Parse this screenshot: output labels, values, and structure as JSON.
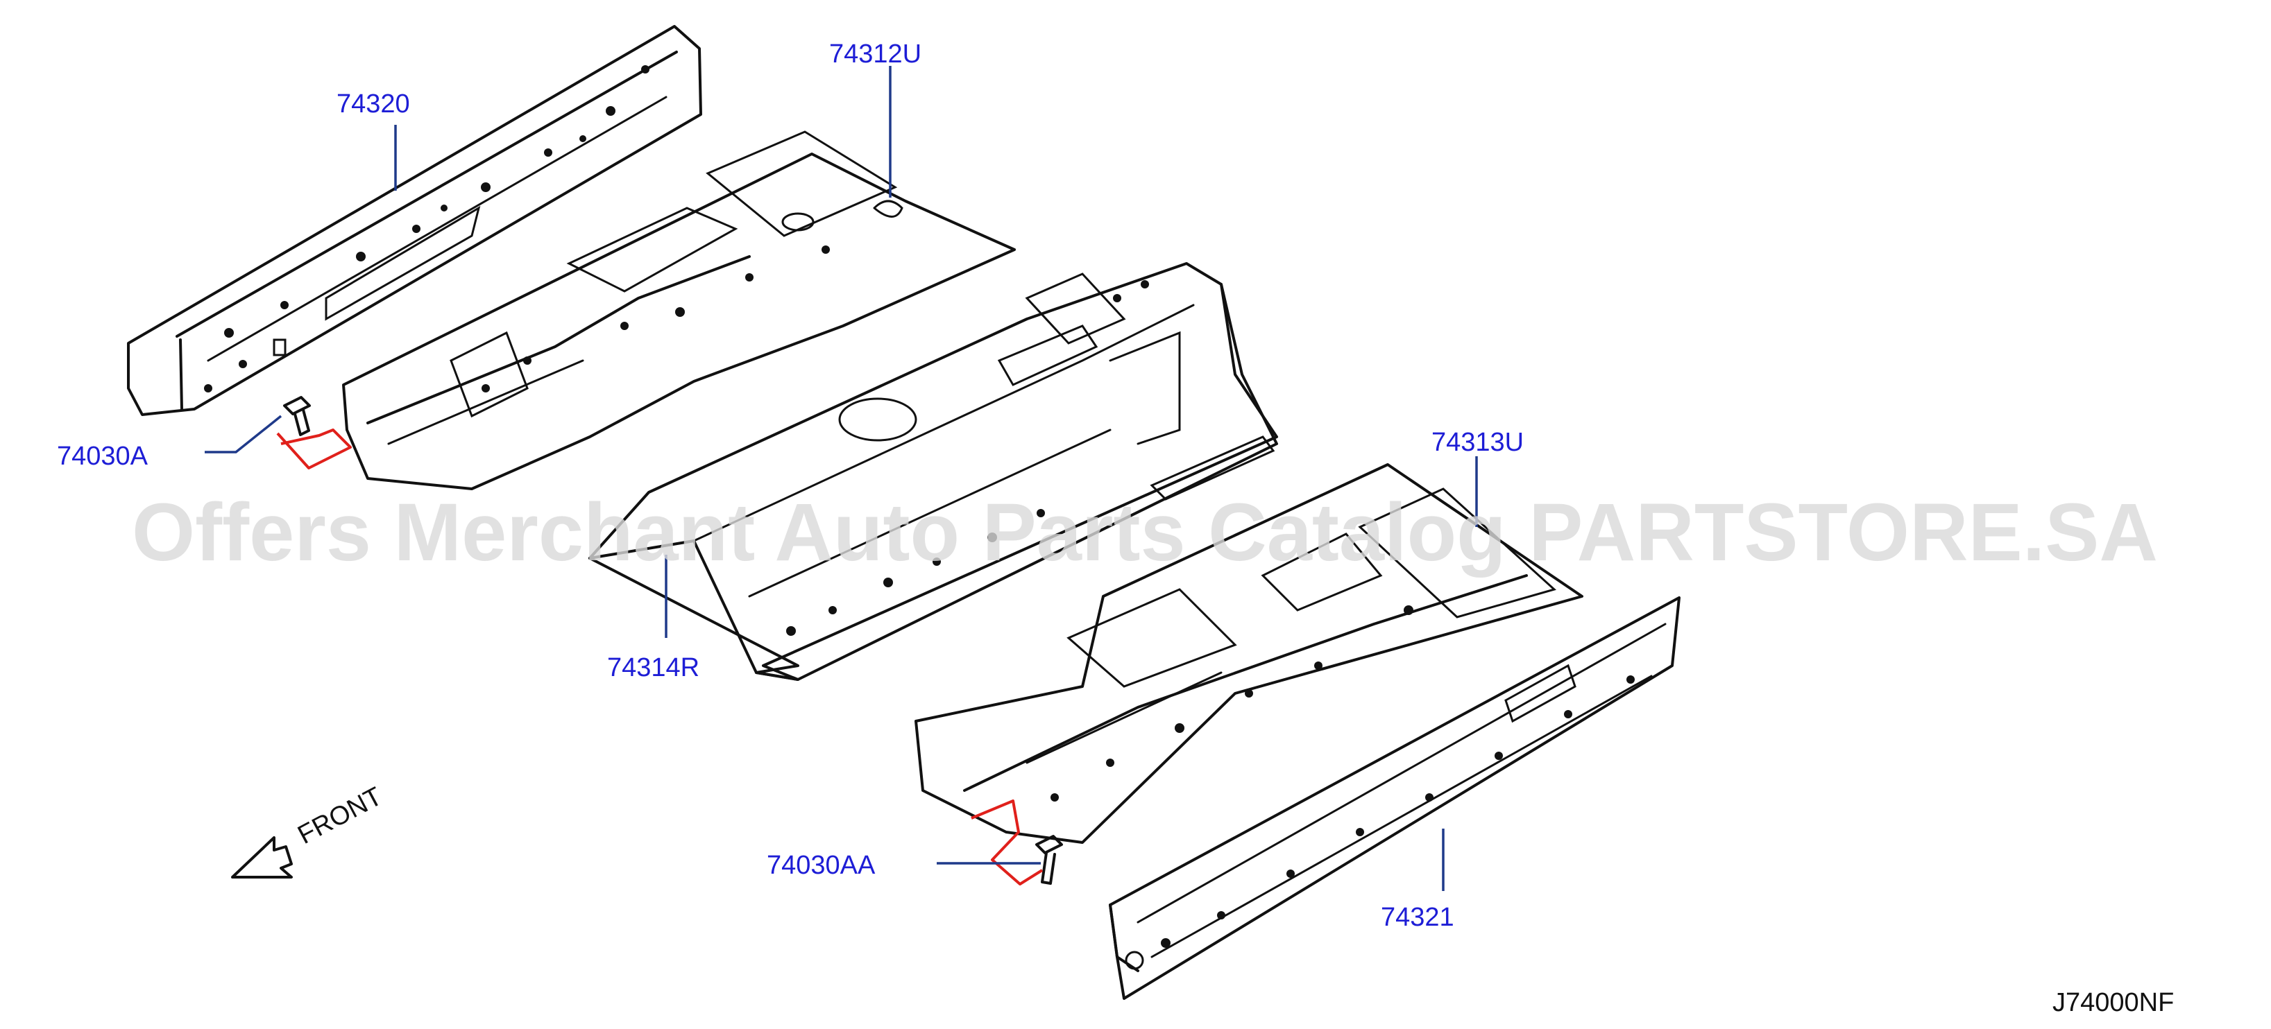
{
  "watermark": "Offers Merchant Auto Parts Catalog PARTSTORE.SA",
  "diagram_code": "J74000NF",
  "direction_label": "FRONT",
  "callouts": {
    "p74320": "74320",
    "p74312U": "74312U",
    "p74030A": "74030A",
    "p74314R": "74314R",
    "p74313U": "74313U",
    "p74030AA": "74030AA",
    "p74321": "74321"
  },
  "colors": {
    "callout_text": "#1d1dd6",
    "leader_line": "#1f3a8a",
    "bracket": "#e0201b",
    "watermark": "#d9d9d9"
  },
  "icons": [
    "bolt-icon",
    "front-arrow-icon"
  ]
}
